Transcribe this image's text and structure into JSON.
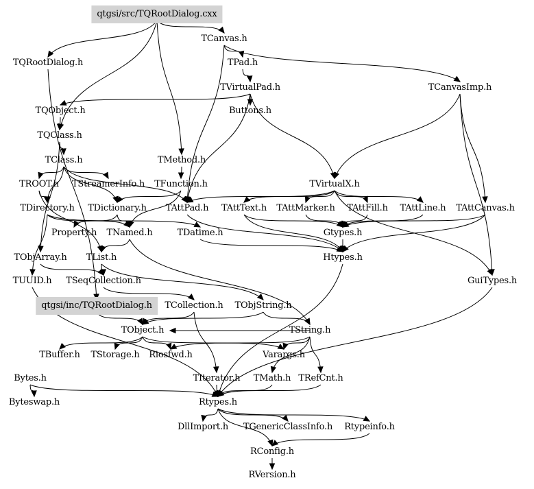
{
  "diagram": {
    "title": "Include dependency graph for qtgsi/src/TQRootDialog.cxx",
    "type": "include-dependency-graph",
    "highlight_color": "#d3d3d3",
    "nodes": [
      {
        "id": "src",
        "label": "qtgsi/src/TQRootDialog.cxx",
        "highlighted": true
      },
      {
        "id": "TCanvas",
        "label": "TCanvas.h"
      },
      {
        "id": "TQRootDialog",
        "label": "TQRootDialog.h"
      },
      {
        "id": "TPad",
        "label": "TPad.h"
      },
      {
        "id": "TVirtualPad",
        "label": "TVirtualPad.h"
      },
      {
        "id": "TCanvasImp",
        "label": "TCanvasImp.h"
      },
      {
        "id": "TQObject",
        "label": "TQObject.h"
      },
      {
        "id": "Buttons",
        "label": "Buttons.h"
      },
      {
        "id": "TQClass",
        "label": "TQClass.h"
      },
      {
        "id": "TClass",
        "label": "TClass.h"
      },
      {
        "id": "TMethod",
        "label": "TMethod.h"
      },
      {
        "id": "TROOT",
        "label": "TROOT.h"
      },
      {
        "id": "TStreamerInfo",
        "label": "TStreamerInfo.h"
      },
      {
        "id": "TFunction",
        "label": "TFunction.h"
      },
      {
        "id": "TVirtualX",
        "label": "TVirtualX.h"
      },
      {
        "id": "TDirectory",
        "label": "TDirectory.h"
      },
      {
        "id": "TDictionary",
        "label": "TDictionary.h"
      },
      {
        "id": "TAttPad",
        "label": "TAttPad.h"
      },
      {
        "id": "TAttText",
        "label": "TAttText.h"
      },
      {
        "id": "TAttMarker",
        "label": "TAttMarker.h"
      },
      {
        "id": "TAttFill",
        "label": "TAttFill.h"
      },
      {
        "id": "TAttLine",
        "label": "TAttLine.h"
      },
      {
        "id": "TAttCanvas",
        "label": "TAttCanvas.h"
      },
      {
        "id": "Property",
        "label": "Property.h"
      },
      {
        "id": "TNamed",
        "label": "TNamed.h"
      },
      {
        "id": "TDatime",
        "label": "TDatime.h"
      },
      {
        "id": "Gtypes",
        "label": "Gtypes.h"
      },
      {
        "id": "TObjArray",
        "label": "TObjArray.h"
      },
      {
        "id": "TList",
        "label": "TList.h"
      },
      {
        "id": "Htypes",
        "label": "Htypes.h"
      },
      {
        "id": "TUUID",
        "label": "TUUID.h"
      },
      {
        "id": "TSeqCollection",
        "label": "TSeqCollection.h"
      },
      {
        "id": "GuiTypes",
        "label": "GuiTypes.h"
      },
      {
        "id": "inc",
        "label": "qtgsi/inc/TQRootDialog.h",
        "highlighted": true
      },
      {
        "id": "TCollection",
        "label": "TCollection.h"
      },
      {
        "id": "TObjString",
        "label": "TObjString.h"
      },
      {
        "id": "TObject",
        "label": "TObject.h"
      },
      {
        "id": "TString",
        "label": "TString.h"
      },
      {
        "id": "TBuffer",
        "label": "TBuffer.h"
      },
      {
        "id": "TStorage",
        "label": "TStorage.h"
      },
      {
        "id": "Riosfwd",
        "label": "Riosfwd.h"
      },
      {
        "id": "Varargs",
        "label": "Varargs.h"
      },
      {
        "id": "Bytes",
        "label": "Bytes.h"
      },
      {
        "id": "TIterator",
        "label": "TIterator.h"
      },
      {
        "id": "TMath",
        "label": "TMath.h"
      },
      {
        "id": "TRefCnt",
        "label": "TRefCnt.h"
      },
      {
        "id": "Byteswap",
        "label": "Byteswap.h"
      },
      {
        "id": "Rtypes",
        "label": "Rtypes.h"
      },
      {
        "id": "DllImport",
        "label": "DllImport.h"
      },
      {
        "id": "TGenericClassInfo",
        "label": "TGenericClassInfo.h"
      },
      {
        "id": "Rtypeinfo",
        "label": "Rtypeinfo.h"
      },
      {
        "id": "RConfig",
        "label": "RConfig.h"
      },
      {
        "id": "RVersion",
        "label": "RVersion.h"
      }
    ],
    "edges": [
      [
        "src",
        "TCanvas"
      ],
      [
        "src",
        "TQRootDialog"
      ],
      [
        "src",
        "TMethod"
      ],
      [
        "src",
        "TQClass"
      ],
      [
        "TCanvas",
        "TPad"
      ],
      [
        "TCanvas",
        "TCanvasImp"
      ],
      [
        "TCanvas",
        "TAttPad"
      ],
      [
        "TPad",
        "TVirtualPad"
      ],
      [
        "TVirtualPad",
        "Buttons"
      ],
      [
        "TVirtualPad",
        "TQObject"
      ],
      [
        "TVirtualPad",
        "TVirtualX"
      ],
      [
        "TVirtualPad",
        "TAttPad"
      ],
      [
        "TCanvasImp",
        "GuiTypes"
      ],
      [
        "TCanvasImp",
        "TVirtualX"
      ],
      [
        "TCanvasImp",
        "TAttCanvas"
      ],
      [
        "TQRootDialog",
        "inc"
      ],
      [
        "TQObject",
        "TQClass"
      ],
      [
        "TQClass",
        "TClass"
      ],
      [
        "TQClass",
        "TObjArray"
      ],
      [
        "TClass",
        "TROOT"
      ],
      [
        "TClass",
        "TStreamerInfo"
      ],
      [
        "TClass",
        "TDictionary"
      ],
      [
        "TClass",
        "TAttPad"
      ],
      [
        "TClass",
        "TDirectory"
      ],
      [
        "TMethod",
        "TFunction"
      ],
      [
        "TFunction",
        "TDictionary"
      ],
      [
        "TFunction",
        "TNamed"
      ],
      [
        "TROOT",
        "TDirectory"
      ],
      [
        "TROOT",
        "TList"
      ],
      [
        "TDirectory",
        "TNamed"
      ],
      [
        "TDirectory",
        "TDatime"
      ],
      [
        "TDirectory",
        "TUUID"
      ],
      [
        "TDictionary",
        "TNamed"
      ],
      [
        "TDictionary",
        "Property"
      ],
      [
        "TVirtualX",
        "TAttPad"
      ],
      [
        "TVirtualX",
        "TAttText"
      ],
      [
        "TVirtualX",
        "TAttMarker"
      ],
      [
        "TVirtualX",
        "TAttFill"
      ],
      [
        "TVirtualX",
        "TAttLine"
      ],
      [
        "TVirtualX",
        "GuiTypes"
      ],
      [
        "TAttText",
        "Gtypes"
      ],
      [
        "TAttText",
        "Htypes"
      ],
      [
        "TAttMarker",
        "Gtypes"
      ],
      [
        "TAttFill",
        "Gtypes"
      ],
      [
        "TAttLine",
        "Gtypes"
      ],
      [
        "TAttCanvas",
        "Gtypes"
      ],
      [
        "TAttCanvas",
        "Htypes"
      ],
      [
        "TAttPad",
        "Htypes"
      ],
      [
        "Gtypes",
        "Htypes"
      ],
      [
        "Htypes",
        "Rtypes"
      ],
      [
        "TDatime",
        "Htypes"
      ],
      [
        "TNamed",
        "TList"
      ],
      [
        "TNamed",
        "TString"
      ],
      [
        "TObjArray",
        "TSeqCollection"
      ],
      [
        "TList",
        "TSeqCollection"
      ],
      [
        "TList",
        "TObjString"
      ],
      [
        "TSeqCollection",
        "TCollection"
      ],
      [
        "inc",
        "TObject"
      ],
      [
        "TCollection",
        "TObject"
      ],
      [
        "TCollection",
        "TIterator"
      ],
      [
        "TObjString",
        "TObject"
      ],
      [
        "TObjString",
        "TString"
      ],
      [
        "TObject",
        "TBuffer"
      ],
      [
        "TObject",
        "TStorage"
      ],
      [
        "TObject",
        "Riosfwd"
      ],
      [
        "TObject",
        "Varargs"
      ],
      [
        "TString",
        "TObject"
      ],
      [
        "TString",
        "Varargs"
      ],
      [
        "TString",
        "TRefCnt"
      ],
      [
        "TString",
        "TMath"
      ],
      [
        "TString",
        "Riosfwd"
      ],
      [
        "TUUID",
        "Rtypes"
      ],
      [
        "Bytes",
        "Byteswap"
      ],
      [
        "Bytes",
        "Rtypes"
      ],
      [
        "TIterator",
        "Rtypes"
      ],
      [
        "TMath",
        "Rtypes"
      ],
      [
        "TRefCnt",
        "Rtypes"
      ],
      [
        "GuiTypes",
        "Rtypes"
      ],
      [
        "Rtypes",
        "DllImport"
      ],
      [
        "Rtypes",
        "TGenericClassInfo"
      ],
      [
        "Rtypes",
        "Rtypeinfo"
      ],
      [
        "Rtypes",
        "RConfig"
      ],
      [
        "Rtypeinfo",
        "RConfig"
      ],
      [
        "RConfig",
        "RVersion"
      ]
    ]
  }
}
